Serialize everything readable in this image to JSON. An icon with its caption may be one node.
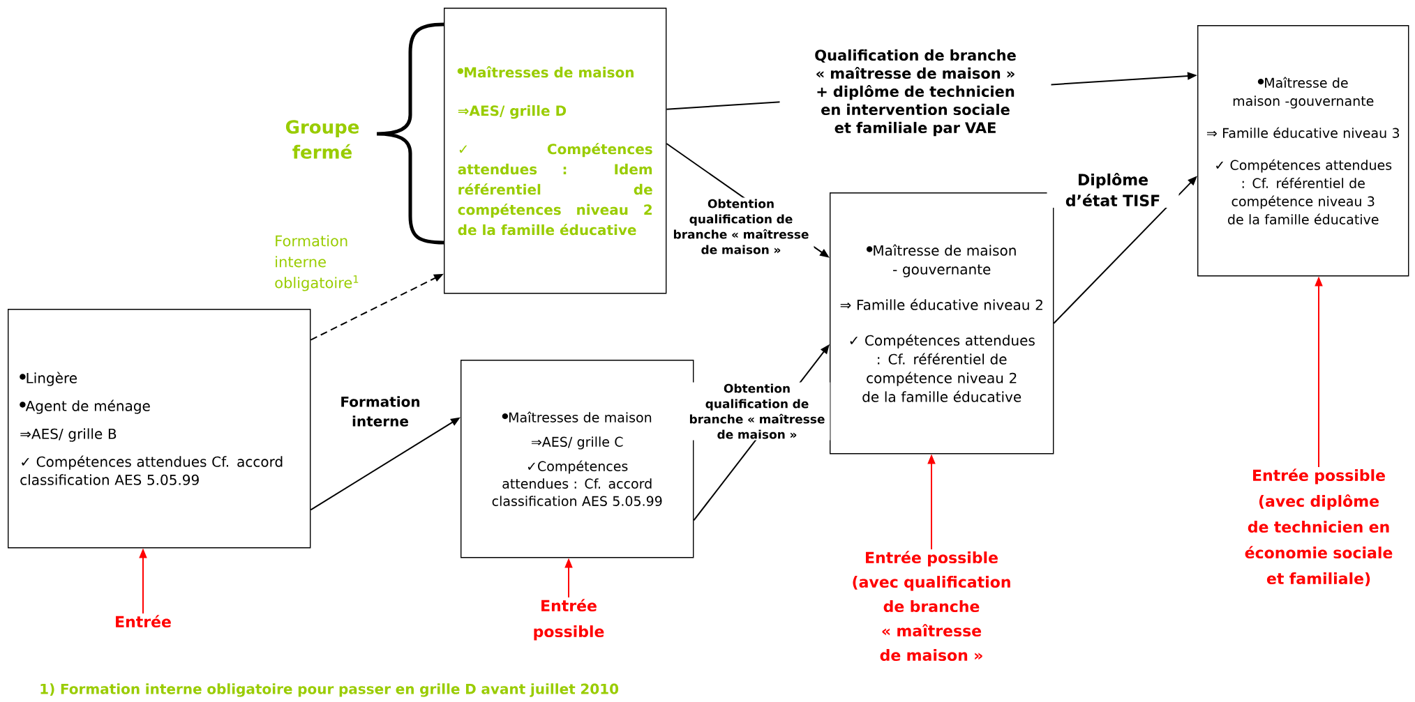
{
  "diagram": {
    "nodes": [
      {
        "text": [
          "Lingère",
          "Agent de ménage",
          "⇒AES/ grille B",
          "✓ Compétences attendues Cf. accord classification AES 5.05.99"
        ]
      },
      {
        "text": [
          "Maîtresses de maison",
          "⇒AES/ grille D",
          "✓ Compétences attendues : Idem référentiel de compétences niveau 2 de la famille éducative"
        ]
      },
      {
        "text": [
          "Maîtresses de maison",
          "⇒AES/ grille C",
          "✓Compétences attendues : Cf. accord classification AES 5.05.99"
        ]
      },
      {
        "text": [
          "Maîtresse de maison - gouvernante",
          "⇒ Famille éducative niveau 2",
          "✓ Compétences attendues : Cf. référentiel de compétence niveau 2 de la famille éducative"
        ]
      },
      {
        "text": [
          "Maîtresse de maison -gouvernante",
          "⇒ Famille éducative niveau 3",
          "✓ Compétences attendues : Cf. référentiel de compétence niveau 3 de la famille éducative"
        ]
      },
      {
        "text": [
          "Entrée"
        ]
      },
      {
        "text": [
          "Entrée possible"
        ]
      },
      {
        "text": [
          "Entrée possible (avec qualification de branche « maîtresse de maison »"
        ]
      },
      {
        "text": [
          "Entrée possible (avec diplôme de technicien en économie sociale et familiale)"
        ]
      }
    ],
    "edges": [
      {
        "from": 0,
        "to": 1,
        "arrow": "to",
        "label": "Formation interne obligatoire$^{1}$",
        "style": "dashed"
      },
      {
        "from": 0,
        "to": 2,
        "arrow": "to",
        "label": "Formation interne"
      },
      {
        "from": 1,
        "to": 3,
        "arrow": "to",
        "label": "Obtention qualification de branche « maîtresse de maison »"
      },
      {
        "from": 2,
        "to": 3,
        "arrow": "to",
        "label": "Obtention qualification de branche « maîtresse de maison »"
      },
      {
        "from": 1,
        "to": 4,
        "arrow": "to",
        "label": "Qualification de branche « maîtresse de maison » + diplôme de technicien en intervention sociale et familiale par VAE"
      },
      {
        "from": 3,
        "to": 4,
        "arrow": "to",
        "label": "Diplôme d’état TISF"
      },
      {
        "from": 5,
        "to": 0,
        "arrow": "to",
        "color": "#ff0000"
      },
      {
        "from": 6,
        "to": 2,
        "arrow": "to",
        "color": "#ff0000"
      },
      {
        "from": 7,
        "to": 3,
        "arrow": "to",
        "color": "#ff0000"
      },
      {
        "from": 8,
        "to": 4,
        "arrow": "to",
        "color": "#ff0000"
      }
    ],
    "labels": [
      "Groupe fermé",
      "1) Formation interne obligatoire pour passer en grille D avant juillet 2010"
    ]
  }
}
